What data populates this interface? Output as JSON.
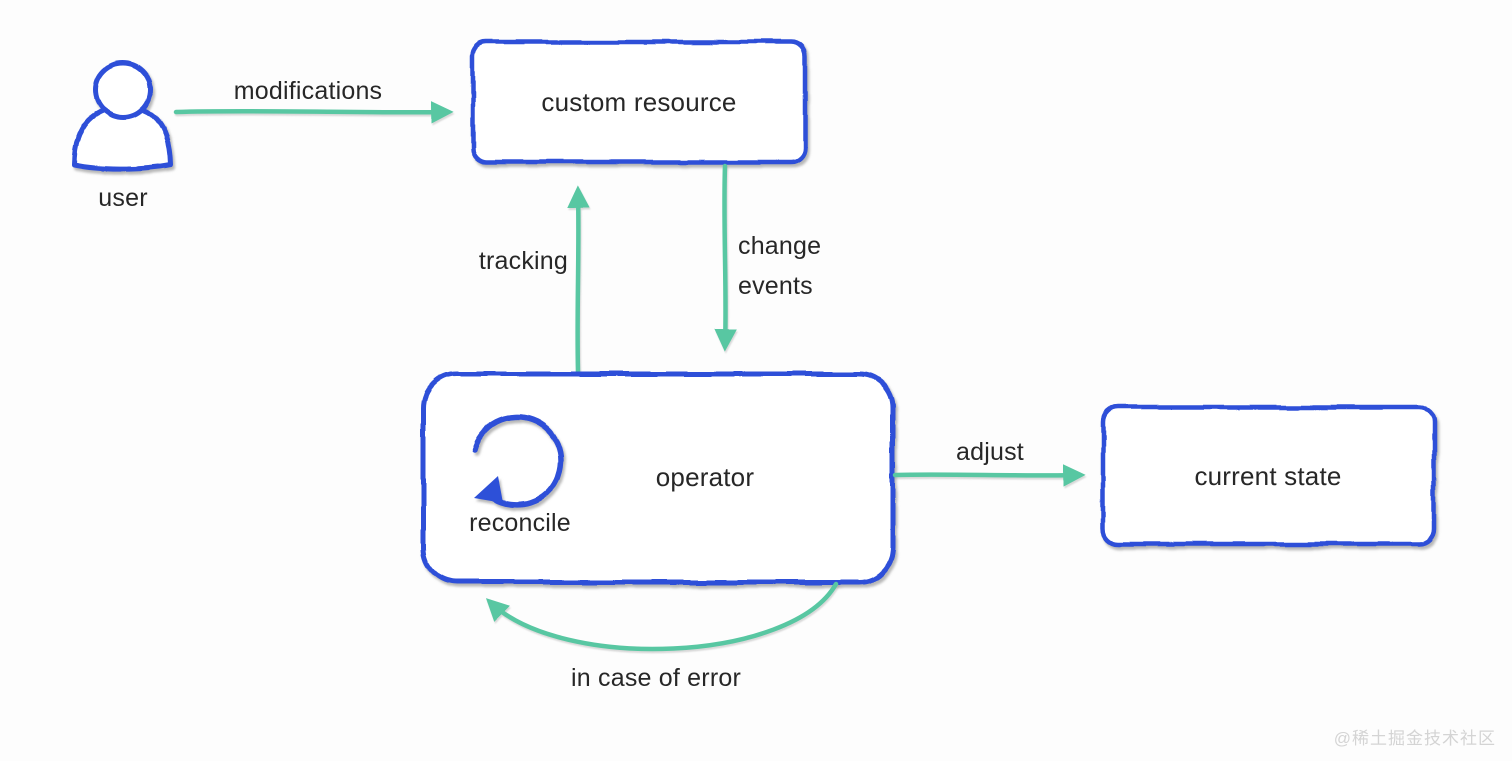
{
  "diagram": {
    "nodes": [
      {
        "id": "user",
        "type": "actor",
        "label": "user"
      },
      {
        "id": "custom-resource",
        "type": "box",
        "label": "custom resource"
      },
      {
        "id": "operator",
        "type": "box",
        "label": "operator",
        "icon": "reconcile-loop-icon",
        "icon_label": "reconcile"
      },
      {
        "id": "current-state",
        "type": "box",
        "label": "current state"
      }
    ],
    "edges": [
      {
        "id": "modifications",
        "from": "user",
        "to": "custom-resource",
        "label": "modifications"
      },
      {
        "id": "tracking",
        "from": "operator",
        "to": "custom-resource",
        "label": "tracking"
      },
      {
        "id": "change-events",
        "from": "custom-resource",
        "to": "operator",
        "label": "change events",
        "label_lines": [
          "change",
          "events"
        ]
      },
      {
        "id": "adjust",
        "from": "operator",
        "to": "current-state",
        "label": "adjust"
      },
      {
        "id": "in-case-of-error",
        "from": "operator",
        "to": "operator",
        "label": "in case of error"
      }
    ],
    "colors": {
      "node_stroke": "#2d50d8",
      "node_fill": "#ffffff",
      "arrow": "#58c7a2",
      "text": "#272727",
      "background": "#fdfdfd",
      "watermark": "#d4d4d4"
    }
  },
  "watermark": {
    "text": "@稀土掘金技术社区"
  }
}
